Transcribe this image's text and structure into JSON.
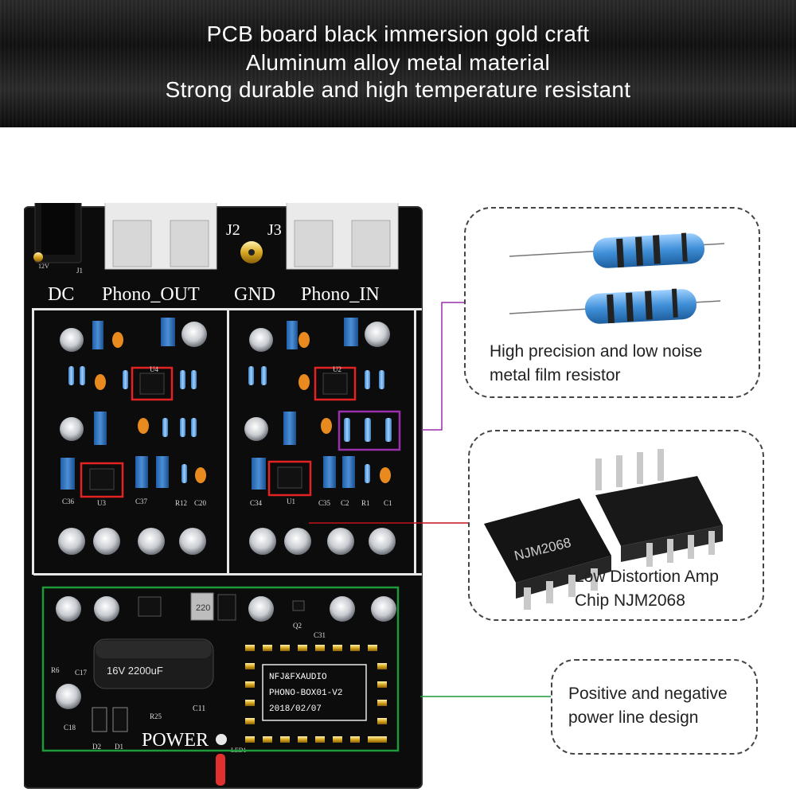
{
  "banner": {
    "line1": "PCB board black immersion gold craft",
    "line2": "Aluminum alloy metal material",
    "line3": "Strong durable and high temperature resistant"
  },
  "board_labels": {
    "dc": "DC",
    "j1": "J1",
    "v12": "12V",
    "phono_out": "Phono_OUT",
    "j2": "J2",
    "j3": "J3",
    "gnd": "GND",
    "phono_in": "Phono_IN",
    "power": "POWER",
    "module_line1": "NFJ&FXAUDIO",
    "module_line2": "PHONO-BOX01-V2",
    "module_line3": "2018/02/07",
    "chip_u1": "U1",
    "chip_u2": "U2",
    "chip_u3": "U3",
    "chip_u4": "U4",
    "cap_c11": "C11",
    "cap_c18": "C18",
    "cap_c31": "C31",
    "cap_c34": "C34",
    "cap_c36": "C36",
    "cap_c37": "C37",
    "cap_c35": "C35",
    "res_r12": "R12",
    "res_r25": "R25",
    "cap_c20": "C20",
    "cap_c1": "C1",
    "cap_c2": "C2",
    "res_r1": "R1",
    "d1": "D1",
    "d2": "D2",
    "led1": "LED1",
    "q2": "Q2",
    "r6": "R6",
    "c17": "C17",
    "bulk_cap_text": "16V 2200uF",
    "inductor_text": "220"
  },
  "callouts": [
    {
      "text_line1": "High precision and low noise",
      "text_line2": "metal film resistor",
      "color": "#8a2a8a"
    },
    {
      "text_line1": "Low Distortion Amp",
      "text_line2": "Chip NJM2068",
      "chip_label": "NJM2068",
      "color": "#c0131b"
    },
    {
      "text_line1": "Positive and negative",
      "text_line2": "power line design",
      "color": "#2e8b2e"
    }
  ]
}
